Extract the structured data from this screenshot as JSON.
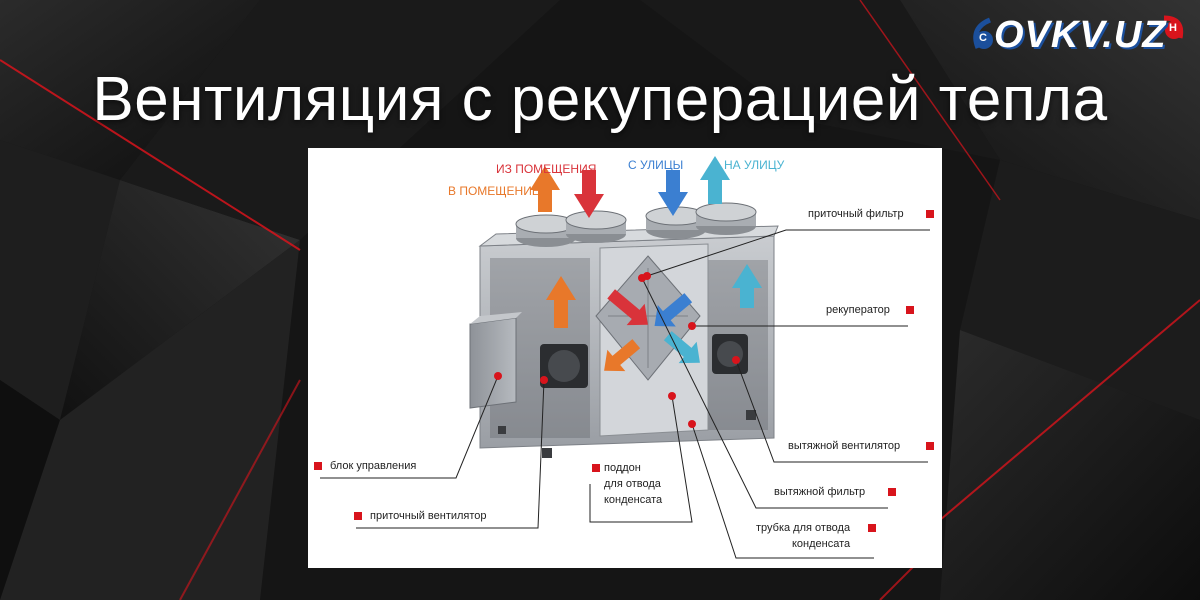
{
  "title": "Вентиляция с рекуперацией тепла",
  "logo": {
    "text": "OVKV.UZ",
    "left_badge": "С",
    "right_badge": "Н"
  },
  "flows": {
    "from_room": "ИЗ ПОМЕЩЕНИЯ",
    "to_room": "В ПОМЕЩЕНИЕ",
    "from_street": "С УЛИЦЫ",
    "to_street": "НА УЛИЦУ"
  },
  "labels": {
    "supply_filter": "приточный фильтр",
    "recuperator": "рекуператор",
    "exhaust_fan": "вытяжной вентилятор",
    "exhaust_filter": "вытяжной фильтр",
    "drain_tube_1": "трубка для отвода",
    "drain_tube_2": "конденсата",
    "tray_1": "поддон",
    "tray_2": "для отвода",
    "tray_3": "конденсата",
    "control_unit": "блок управления",
    "supply_fan": "приточный вентилятор"
  },
  "colors": {
    "warm": "#e8782a",
    "exhaust": "#d9333a",
    "cold": "#3b7fd1",
    "outgoing": "#4ab3d1",
    "marker": "#d8141c",
    "logo_blue": "#1b4f9c",
    "logo_red": "#d8141c"
  }
}
